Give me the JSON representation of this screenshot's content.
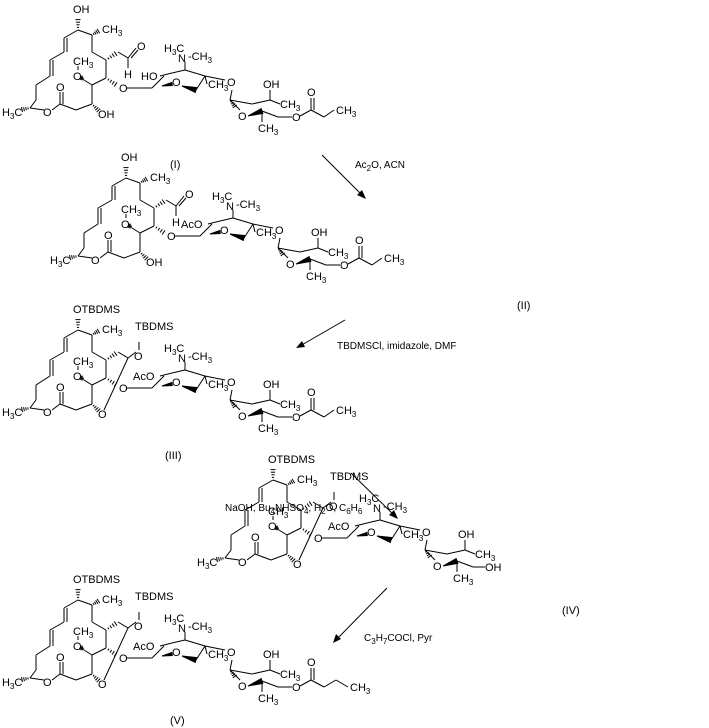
{
  "scheme": {
    "compounds": [
      {
        "id": "I",
        "label": "(I)",
        "top_substituent": "OH",
        "c20_group": "aldehyde",
        "c20_O": "O",
        "c20_H": "H",
        "sugar1_2_substituent": "HO",
        "terminal": "O-propionyl",
        "ester_chain": [
          "CH3"
        ]
      },
      {
        "id": "II",
        "label": "(II)",
        "top_substituent": "OH",
        "c20_group": "aldehyde",
        "c20_O": "O",
        "c20_H": "H",
        "sugar1_2_substituent": "AcO",
        "terminal": "O-propionyl",
        "ester_chain": [
          "CH3"
        ]
      },
      {
        "id": "III",
        "label": "(III)",
        "top_substituent": "OTBDMS",
        "c20_group": "cyclic acetal",
        "acetal_O_label": "TBDMS",
        "sugar1_2_substituent": "AcO",
        "terminal": "O-propionyl",
        "ester_chain": [
          "CH3"
        ]
      },
      {
        "id": "IV",
        "label": "(IV)",
        "top_substituent": "OTBDMS",
        "c20_group": "cyclic acetal",
        "acetal_O_label": "TBDMS",
        "sugar1_2_substituent": "AcO",
        "terminal": "OH"
      },
      {
        "id": "V",
        "label": "(V)",
        "top_substituent": "OTBDMS",
        "c20_group": "cyclic acetal",
        "acetal_O_label": "TBDMS",
        "sugar1_2_substituent": "AcO",
        "terminal": "O-butyryl",
        "ester_chain": [
          "CH3"
        ]
      }
    ],
    "atoms": {
      "methyl": "CH3",
      "h3c": "H3C",
      "n_methyl": "N-CH3",
      "methoxy_ch3": "CH3",
      "oxygen": "O",
      "hydroxyl": "OH",
      "aldehyde_o": "O",
      "aldehyde_h": "H"
    },
    "steps": [
      {
        "from": "I",
        "to": "II",
        "reagents": "Ac2O, ACN"
      },
      {
        "from": "II",
        "to": "III",
        "reagents": "TBDMSCl, imidazole, DMF"
      },
      {
        "from": "III",
        "to": "IV",
        "reagents": "NaOH, Bu4NHSO4, H2O, C6H6"
      },
      {
        "from": "IV",
        "to": "V",
        "reagents": "C3H7COCl, Pyr"
      }
    ]
  }
}
